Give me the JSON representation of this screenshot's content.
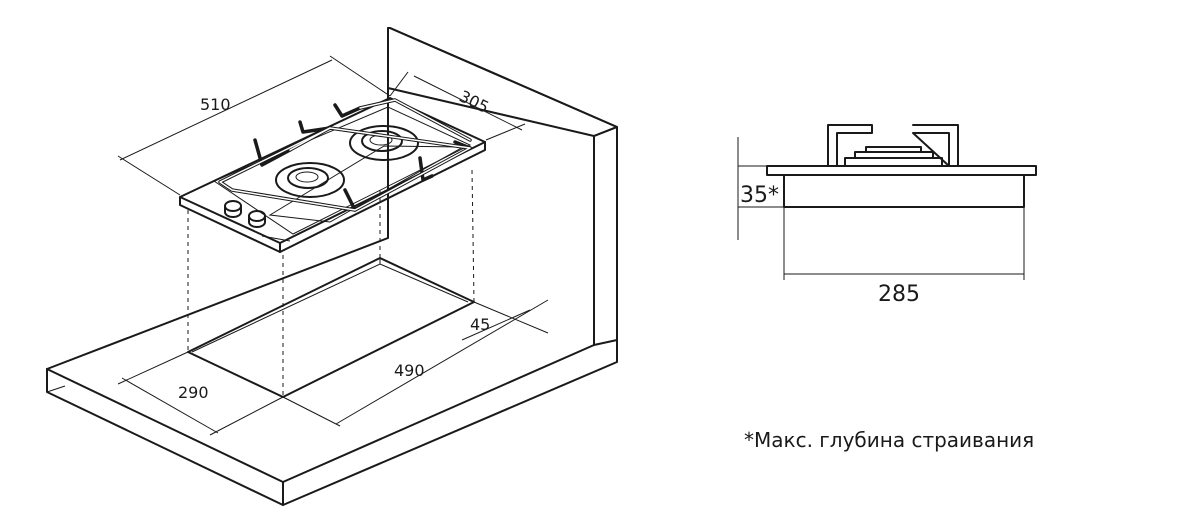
{
  "dimensions": {
    "hob_length": "510",
    "hob_width": "305",
    "cutout_width": "290",
    "cutout_length": "490",
    "edge_offset": "45",
    "side_depth": "35*",
    "side_width": "285"
  },
  "footnote": "*Макс. глубина страивания",
  "colors": {
    "line": "#1a1a1a",
    "background": "#ffffff"
  }
}
